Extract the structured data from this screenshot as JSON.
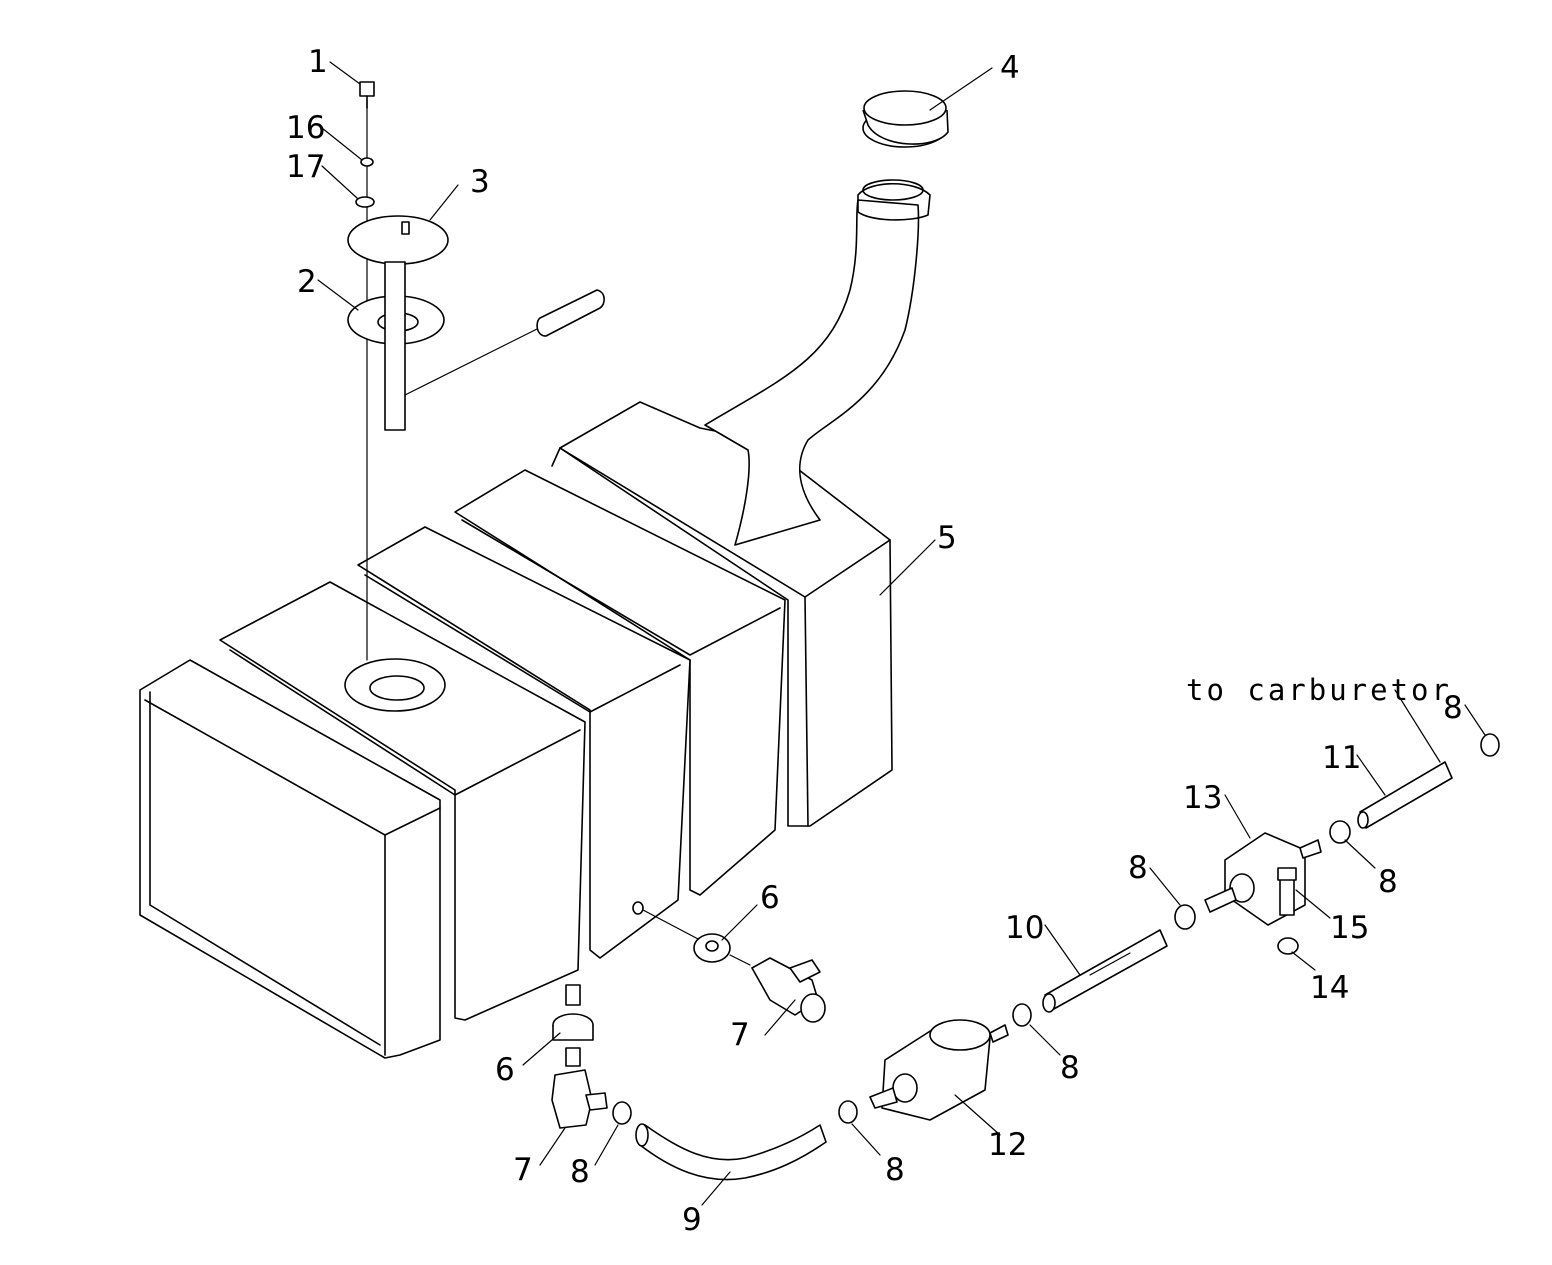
{
  "callouts": [
    {
      "id": "c1",
      "label": "1"
    },
    {
      "id": "c16",
      "label": "16"
    },
    {
      "id": "c17",
      "label": "17"
    },
    {
      "id": "c3",
      "label": "3"
    },
    {
      "id": "c2",
      "label": "2"
    },
    {
      "id": "c4",
      "label": "4"
    },
    {
      "id": "c5",
      "label": "5"
    },
    {
      "id": "c6a",
      "label": "6"
    },
    {
      "id": "c7a",
      "label": "7"
    },
    {
      "id": "c6b",
      "label": "6"
    },
    {
      "id": "c7b",
      "label": "7"
    },
    {
      "id": "c8a",
      "label": "8"
    },
    {
      "id": "c9",
      "label": "9"
    },
    {
      "id": "c8b",
      "label": "8"
    },
    {
      "id": "c12",
      "label": "12"
    },
    {
      "id": "c8c",
      "label": "8"
    },
    {
      "id": "c10",
      "label": "10"
    },
    {
      "id": "c8d",
      "label": "8"
    },
    {
      "id": "c13",
      "label": "13"
    },
    {
      "id": "c15",
      "label": "15"
    },
    {
      "id": "c14",
      "label": "14"
    },
    {
      "id": "c8e",
      "label": "8"
    },
    {
      "id": "c11",
      "label": "11"
    },
    {
      "id": "c8f",
      "label": "8"
    }
  ],
  "annotation": {
    "carburetor": "to carburetor"
  }
}
